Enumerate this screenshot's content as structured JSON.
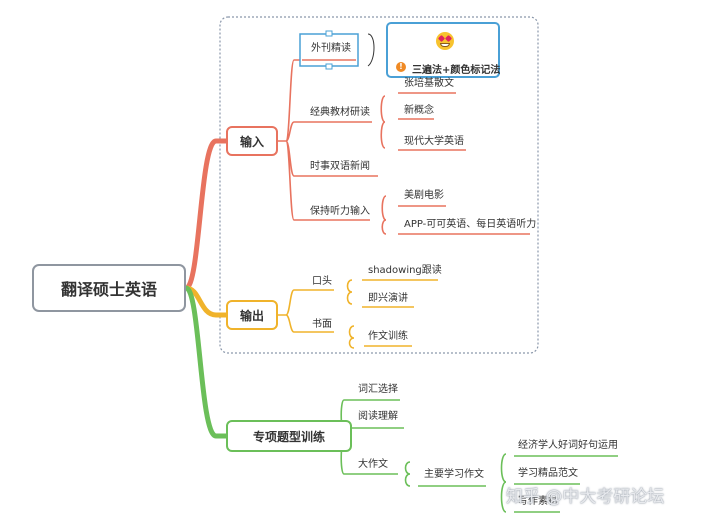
{
  "root": "翻译硕士英语",
  "input": {
    "label": "输入",
    "waikan": "外刊精读",
    "note": {
      "emoji": "heart-eyes-emoji",
      "icon": "warning-icon",
      "text": "三遍法+颜色标记法"
    },
    "jingdian": "经典教材研读",
    "jingdian_items": [
      "张培基散文",
      "新概念",
      "现代大学英语"
    ],
    "shishi": "时事双语新闻",
    "tingli": "保持听力输入",
    "tingli_items": [
      "美剧电影",
      "APP-可可英语、每日英语听力"
    ]
  },
  "output": {
    "label": "输出",
    "koutou": "口头",
    "koutou_items": [
      "shadowing跟读",
      "即兴演讲"
    ],
    "shumian": "书面",
    "shumian_items": [
      "作文训练"
    ]
  },
  "special": {
    "label": "专项题型训练",
    "items": [
      "词汇选择",
      "阅读理解",
      "大作文"
    ],
    "zuowen_child": "主要学习作文",
    "zuowen_items": [
      "经济学人好词好句运用",
      "学习精品范文",
      "写作素材"
    ]
  },
  "watermark": "知乎 @中大考研论坛",
  "colors": {
    "input": "#e8735f",
    "output": "#f0b32b",
    "special": "#6bbf59",
    "note": "#4aa0d6",
    "dashed": "#8a97aa"
  }
}
